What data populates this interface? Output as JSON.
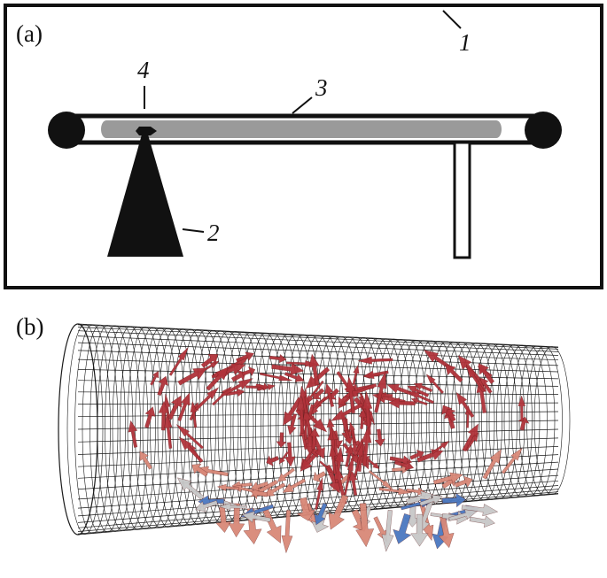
{
  "panel_a": {
    "label": "(a)",
    "callouts": {
      "c1": "1",
      "c2": "2",
      "c3": "3",
      "c4": "4"
    }
  },
  "panel_b": {
    "label": "(b)"
  },
  "colors": {
    "ink": "#111111",
    "tube_fill": "#9a9a9a",
    "mesh": "#1a1a1a",
    "arrow_red": "#b0333a",
    "arrow_salmon": "#d98878",
    "arrow_grey": "#c8c8c8",
    "arrow_blue": "#4a78c0"
  }
}
